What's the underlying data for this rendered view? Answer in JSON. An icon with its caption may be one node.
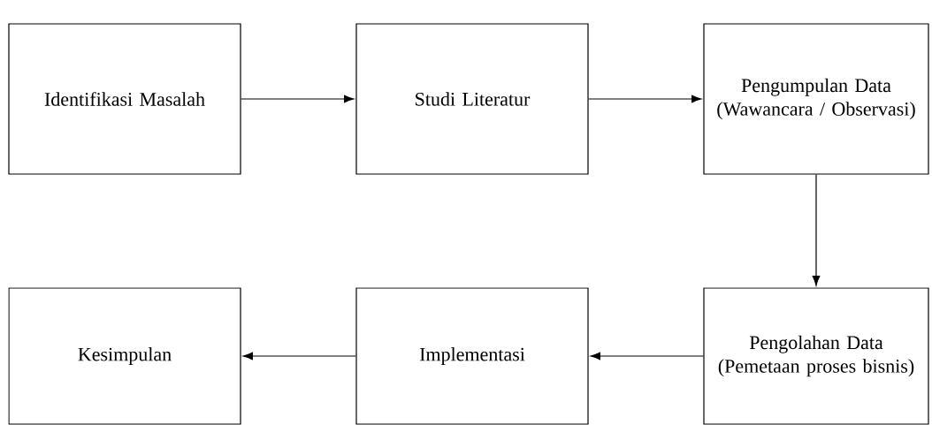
{
  "diagram": {
    "nodes": [
      {
        "text": [
          "Identifikasi Masalah"
        ]
      },
      {
        "text": [
          "Studi Literatur"
        ]
      },
      {
        "text": [
          "Pengumpulan Data (Wawancara / Observasi)"
        ]
      },
      {
        "text": [
          "Kesimpulan"
        ]
      },
      {
        "text": [
          "Implementasi"
        ]
      },
      {
        "text": [
          "Pengolahan Data (Pemetaan proses bisnis)"
        ]
      }
    ],
    "edges": [
      {
        "from": 0,
        "to": 1,
        "arrow": "to"
      },
      {
        "from": 1,
        "to": 2,
        "arrow": "to"
      },
      {
        "from": 2,
        "to": 5,
        "arrow": "to"
      },
      {
        "from": 5,
        "to": 4,
        "arrow": "to"
      },
      {
        "from": 4,
        "to": 3,
        "arrow": "to"
      }
    ]
  }
}
